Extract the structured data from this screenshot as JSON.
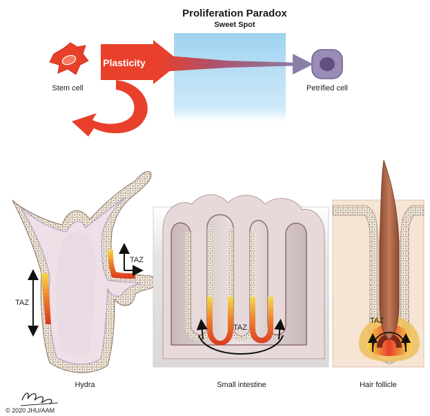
{
  "header": {
    "title": "Proliferation Paradox",
    "subtitle": "Sweet Spot"
  },
  "top_diagram": {
    "stem_cell_label": "Stem cell",
    "plasticity_label": "Plasticity",
    "petrified_cell_label": "Petrified cell"
  },
  "panels": {
    "hydra": {
      "label": "Hydra",
      "taz_left": "TAZ",
      "taz_right": "TAZ"
    },
    "intestine": {
      "label": "Small intestine",
      "taz": "TAZ"
    },
    "hair": {
      "label": "Hair follicle",
      "taz": "TAZ"
    }
  },
  "footer": {
    "copyright": "© 2020 JHU/AAM"
  },
  "colors": {
    "arrow_red": "#e8402a",
    "sweet_spot_blue": "#bfe3f6",
    "tissue_pink": "#e9d8d7",
    "taz_orange": "#e8552a",
    "taz_yellow": "#f4d13a"
  }
}
